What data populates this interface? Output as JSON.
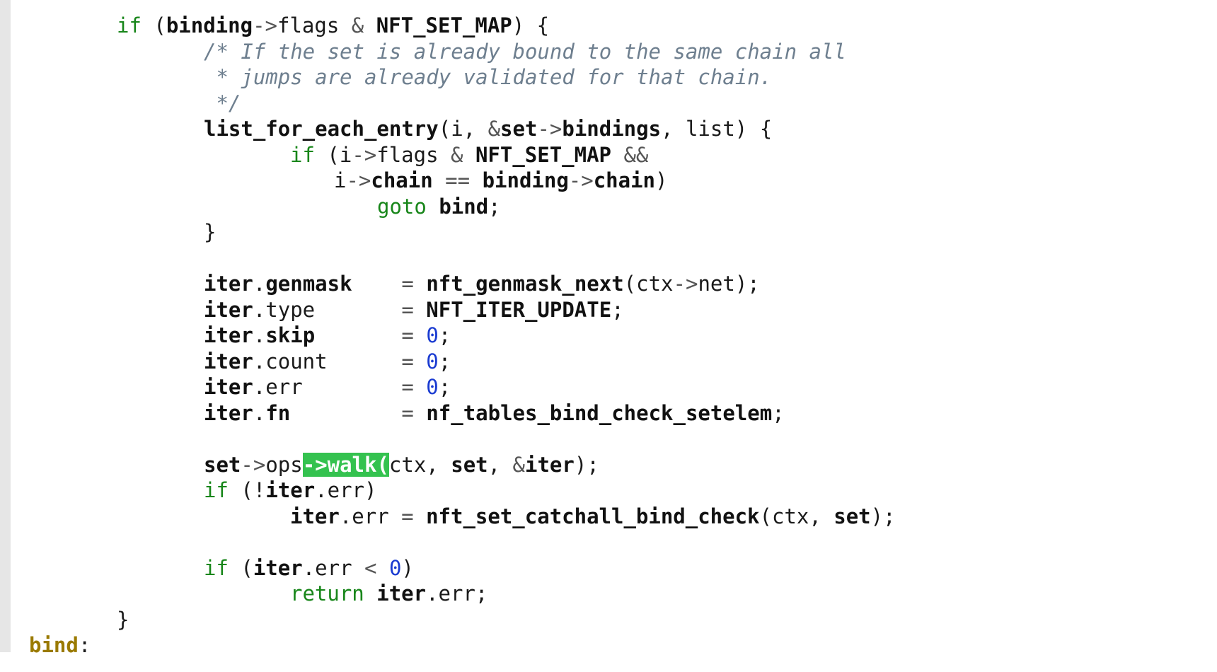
{
  "editor": {
    "language": "c",
    "lines": [
      {
        "indent": 2,
        "tokens": [
          [
            "kw",
            "if"
          ],
          [
            "tx",
            " ("
          ],
          [
            "b",
            "binding"
          ],
          [
            "op",
            "->"
          ],
          [
            "tx",
            "flags "
          ],
          [
            "op",
            "&"
          ],
          [
            "tx",
            " "
          ],
          [
            "b",
            "NFT_SET_MAP"
          ],
          [
            "tx",
            ") {"
          ]
        ]
      },
      {
        "indent": 4,
        "tokens": [
          [
            "cm",
            "/* If the set is already bound to the same chain all"
          ]
        ]
      },
      {
        "indent": 4,
        "tokens": [
          [
            "cm",
            " * jumps are already validated for that chain."
          ]
        ]
      },
      {
        "indent": 4,
        "tokens": [
          [
            "cm",
            " */"
          ]
        ]
      },
      {
        "indent": 4,
        "tokens": [
          [
            "b",
            "list_for_each_entry"
          ],
          [
            "tx",
            "(i, "
          ],
          [
            "op",
            "&"
          ],
          [
            "b",
            "set"
          ],
          [
            "op",
            "->"
          ],
          [
            "b",
            "bindings"
          ],
          [
            "tx",
            ", list) {"
          ]
        ]
      },
      {
        "indent": 6,
        "tokens": [
          [
            "kw",
            "if"
          ],
          [
            "tx",
            " (i"
          ],
          [
            "op",
            "->"
          ],
          [
            "tx",
            "flags "
          ],
          [
            "op",
            "&"
          ],
          [
            "tx",
            " "
          ],
          [
            "b",
            "NFT_SET_MAP"
          ],
          [
            "tx",
            " "
          ],
          [
            "op",
            "&&"
          ]
        ]
      },
      {
        "indent": 7,
        "tokens": [
          [
            "tx",
            "i"
          ],
          [
            "op",
            "->"
          ],
          [
            "b",
            "chain"
          ],
          [
            "tx",
            " "
          ],
          [
            "op",
            "=="
          ],
          [
            "tx",
            " "
          ],
          [
            "b",
            "binding"
          ],
          [
            "op",
            "->"
          ],
          [
            "b",
            "chain"
          ],
          [
            "tx",
            ")"
          ]
        ]
      },
      {
        "indent": 8,
        "tokens": [
          [
            "kw",
            "goto"
          ],
          [
            "tx",
            " "
          ],
          [
            "b",
            "bind"
          ],
          [
            "tx",
            ";"
          ]
        ]
      },
      {
        "indent": 4,
        "tokens": [
          [
            "tx",
            "}"
          ]
        ]
      },
      {
        "indent": 0,
        "tokens": []
      },
      {
        "indent": 4,
        "tokens": [
          [
            "b",
            "iter"
          ],
          [
            "tx",
            "."
          ],
          [
            "b",
            "genmask"
          ],
          [
            "tx",
            "    "
          ],
          [
            "op",
            "="
          ],
          [
            "tx",
            " "
          ],
          [
            "b",
            "nft_genmask_next"
          ],
          [
            "tx",
            "(ctx"
          ],
          [
            "op",
            "->"
          ],
          [
            "tx",
            "net);"
          ]
        ]
      },
      {
        "indent": 4,
        "tokens": [
          [
            "b",
            "iter"
          ],
          [
            "tx",
            ".type       "
          ],
          [
            "op",
            "="
          ],
          [
            "tx",
            " "
          ],
          [
            "b",
            "NFT_ITER_UPDATE"
          ],
          [
            "tx",
            ";"
          ]
        ]
      },
      {
        "indent": 4,
        "tokens": [
          [
            "b",
            "iter"
          ],
          [
            "tx",
            "."
          ],
          [
            "b",
            "skip"
          ],
          [
            "tx",
            "       "
          ],
          [
            "op",
            "="
          ],
          [
            "tx",
            " "
          ],
          [
            "num",
            "0"
          ],
          [
            "tx",
            ";"
          ]
        ]
      },
      {
        "indent": 4,
        "tokens": [
          [
            "b",
            "iter"
          ],
          [
            "tx",
            ".count      "
          ],
          [
            "op",
            "="
          ],
          [
            "tx",
            " "
          ],
          [
            "num",
            "0"
          ],
          [
            "tx",
            ";"
          ]
        ]
      },
      {
        "indent": 4,
        "tokens": [
          [
            "b",
            "iter"
          ],
          [
            "tx",
            ".err        "
          ],
          [
            "op",
            "="
          ],
          [
            "tx",
            " "
          ],
          [
            "num",
            "0"
          ],
          [
            "tx",
            ";"
          ]
        ]
      },
      {
        "indent": 4,
        "tokens": [
          [
            "b",
            "iter"
          ],
          [
            "tx",
            "."
          ],
          [
            "b",
            "fn"
          ],
          [
            "tx",
            "         "
          ],
          [
            "op",
            "="
          ],
          [
            "tx",
            " "
          ],
          [
            "b",
            "nf_tables_bind_check_setelem"
          ],
          [
            "tx",
            ";"
          ]
        ]
      },
      {
        "indent": 0,
        "tokens": []
      },
      {
        "indent": 4,
        "tokens": [
          [
            "b",
            "set"
          ],
          [
            "op",
            "->"
          ],
          [
            "tx",
            "ops"
          ],
          [
            "hl",
            "->walk("
          ],
          [
            "tx",
            "ctx, "
          ],
          [
            "b",
            "set"
          ],
          [
            "tx",
            ", "
          ],
          [
            "op",
            "&"
          ],
          [
            "b",
            "iter"
          ],
          [
            "tx",
            ");"
          ]
        ]
      },
      {
        "indent": 4,
        "tokens": [
          [
            "kw",
            "if"
          ],
          [
            "tx",
            " (!"
          ],
          [
            "b",
            "iter"
          ],
          [
            "tx",
            ".err)"
          ]
        ]
      },
      {
        "indent": 6,
        "tokens": [
          [
            "b",
            "iter"
          ],
          [
            "tx",
            ".err "
          ],
          [
            "op",
            "="
          ],
          [
            "tx",
            " "
          ],
          [
            "b",
            "nft_set_catchall_bind_check"
          ],
          [
            "tx",
            "(ctx, "
          ],
          [
            "b",
            "set"
          ],
          [
            "tx",
            ");"
          ]
        ]
      },
      {
        "indent": 0,
        "tokens": []
      },
      {
        "indent": 4,
        "tokens": [
          [
            "kw",
            "if"
          ],
          [
            "tx",
            " ("
          ],
          [
            "b",
            "iter"
          ],
          [
            "tx",
            ".err "
          ],
          [
            "op",
            "<"
          ],
          [
            "tx",
            " "
          ],
          [
            "num",
            "0"
          ],
          [
            "tx",
            ")"
          ]
        ]
      },
      {
        "indent": 6,
        "tokens": [
          [
            "kw",
            "return"
          ],
          [
            "tx",
            " "
          ],
          [
            "b",
            "iter"
          ],
          [
            "tx",
            ".err;"
          ]
        ]
      },
      {
        "indent": 2,
        "tokens": [
          [
            "tx",
            "}"
          ]
        ]
      },
      {
        "indent": 0,
        "tokens": [
          [
            "lbl",
            "bind"
          ],
          [
            "tx",
            ":"
          ]
        ]
      }
    ]
  }
}
